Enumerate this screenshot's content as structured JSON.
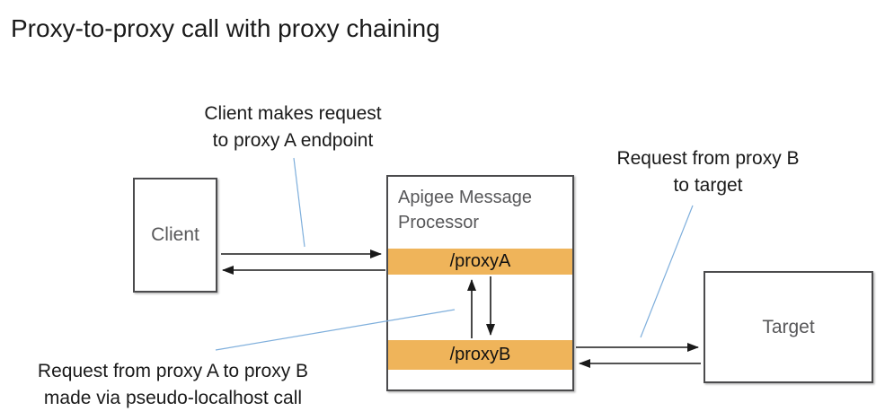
{
  "title": "Proxy-to-proxy call with proxy chaining",
  "colors": {
    "endpoint_bar": "#EFB45A",
    "callout_line": "#7FAFDC",
    "arrow": "#1A1A1A",
    "box_border": "#4B4B4D",
    "box_label": "#58585A"
  },
  "callouts": {
    "client_request": {
      "line1": "Client makes request",
      "line2": "to proxy A endpoint"
    },
    "proxy_b_to_target": {
      "line1": "Request from proxy B",
      "line2": "to target"
    },
    "proxy_a_to_proxy_b": {
      "line1": "Request from proxy A to proxy B",
      "line2": "made via pseudo-localhost call"
    }
  },
  "nodes": {
    "client": {
      "label": "Client"
    },
    "message_processor": {
      "label_line1": "Apigee Message",
      "label_line2": "Processor",
      "endpoints": [
        {
          "label": "/proxyA"
        },
        {
          "label": "/proxyB"
        }
      ]
    },
    "target": {
      "label": "Target"
    }
  }
}
